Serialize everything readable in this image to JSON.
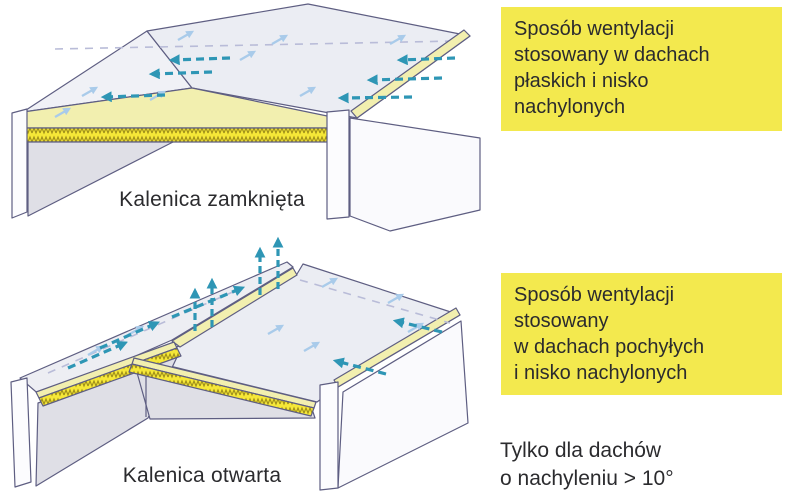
{
  "figures": [
    {
      "id": "closed-ridge",
      "caption": "Kalenica zamknięta"
    },
    {
      "id": "open-ridge",
      "caption": "Kalenica otwarta"
    }
  ],
  "notes": [
    {
      "id": "note-flat-roofs",
      "style": "highlight",
      "text": "Sposób wentylacji\nstosowany w dachach\npłaskich i nisko\nnachylonych"
    },
    {
      "id": "note-pitched-roofs",
      "style": "highlight",
      "text": "Sposób wentylacji\nstosowany\nw dachach pochyłych\ni nisko nachylonych"
    },
    {
      "id": "note-min-slope",
      "style": "plain",
      "text": "Tylko dla dachów\no nachyleniu > 10°"
    }
  ],
  "legend_colors": {
    "highlight_yellow": "#F3E94E",
    "insulation_yellow": "#F6E838",
    "air_gap_pale_yellow": "#F2EFAF",
    "airflow_teal": "#2E96B5",
    "airflow_light_blue": "#A9CBEA",
    "hidden_edge_lavender": "#B9BCD8",
    "outline_gray_purple": "#5E5E82",
    "roof_surface_gray": "#EBEDF3",
    "wall_gray": "#DFDFE6",
    "text_dark": "#2B2B2E"
  }
}
